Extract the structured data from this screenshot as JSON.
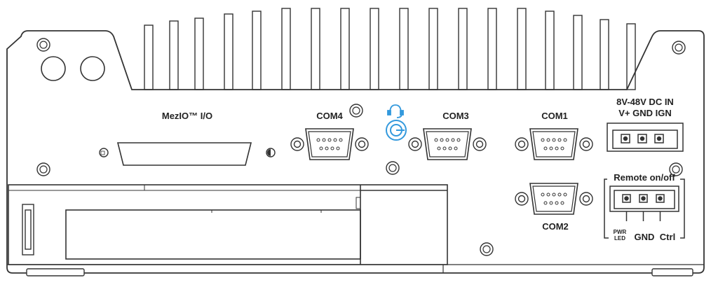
{
  "labels": {
    "mezio": "MezIO™ I/O",
    "com4": "COM4",
    "com3": "COM3",
    "com1": "COM1",
    "com2": "COM2",
    "dc_in_line1": "8V-48V DC IN",
    "dc_in_line2": "V+ GND IGN",
    "remote": "Remote on/off",
    "pwr": "PWR",
    "led": "LED",
    "gnd": "GND",
    "ctrl": "Ctrl"
  },
  "colors": {
    "line": "#333333",
    "audio": "#3399dd"
  },
  "icons": {
    "audio_jack": "headset-icon"
  }
}
